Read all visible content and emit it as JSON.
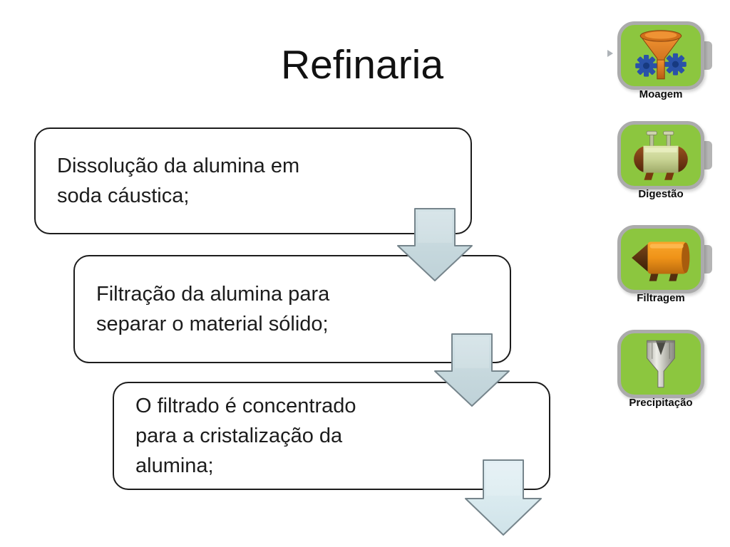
{
  "slide": {
    "title": "Refinaria"
  },
  "flow": {
    "steps": [
      {
        "lines": [
          "Dissolução da alumina em",
          "soda cáustica;"
        ]
      },
      {
        "lines": [
          "Filtração da alumina para",
          "separar o material sólido;"
        ]
      },
      {
        "lines": [
          "O filtrado é concentrado",
          "para a cristalização da",
          "alumina;"
        ]
      }
    ]
  },
  "process_legend": {
    "items": [
      {
        "label": "Moagem",
        "icon": "funnel-and-gears-icon"
      },
      {
        "label": "Digestão",
        "icon": "digester-tank-icon"
      },
      {
        "label": "Filtragem",
        "icon": "filter-cylinder-icon"
      },
      {
        "label": "Precipitação",
        "icon": "precipitator-vessel-icon"
      }
    ]
  },
  "colors": {
    "tile_green": "#8cc63f",
    "tile_border": "#ababab",
    "box_border": "#1c1c1c",
    "text": "#1a1a1a",
    "arrow_fill_top": "#cfdfe5",
    "arrow_fill_bottom": "#c0d2d8",
    "arrow3_fill_top": "#ddecf1",
    "arrow3_fill_bottom": "#cfe2e8",
    "arrow_stroke": "#76858c",
    "gear_blue": "#2a52a8",
    "funnel_orange": "#e07820",
    "tank_body_green": "#c9d494",
    "tank_cap_brown": "#77390f",
    "filter_orange": "#ef9318",
    "precipitator_silver": "#c9c9c1"
  }
}
